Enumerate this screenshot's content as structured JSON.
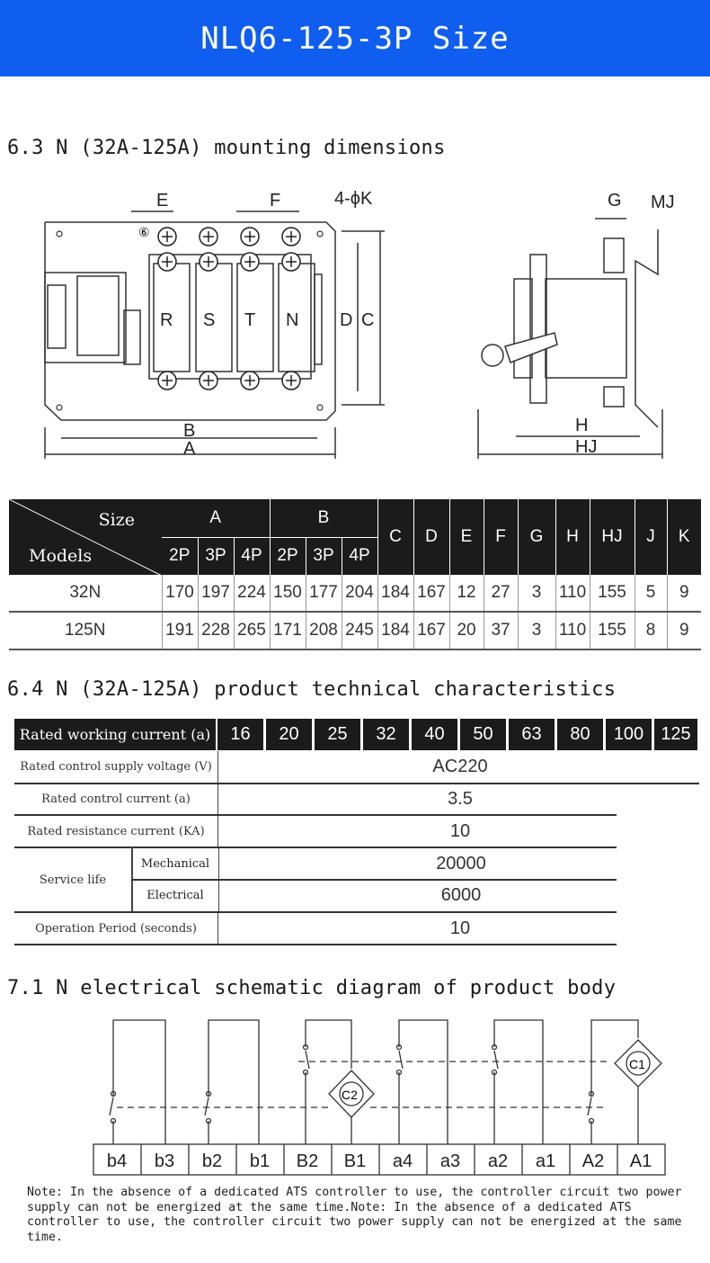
{
  "banner": {
    "title": "NLQ6-125-3P Size"
  },
  "section_mounting": {
    "heading": "6.3 N (32A-125A) mounting dimensions",
    "diagram_labels": {
      "E": "E",
      "F": "F",
      "K": "4-ϕK",
      "six": "⑥",
      "R": "R",
      "S": "S",
      "T": "T",
      "N": "N",
      "D": "D",
      "C": "C",
      "B": "B",
      "A": "A",
      "G": "G",
      "MJ": "MJ",
      "H": "H",
      "HJ": "HJ"
    }
  },
  "dimension_table": {
    "corner_size": "Size",
    "corner_models": "Models",
    "group_headers": [
      "A",
      "B"
    ],
    "single_headers": [
      "C",
      "D",
      "E",
      "F",
      "G",
      "H",
      "HJ",
      "J",
      "K"
    ],
    "sub_headers": [
      "2P",
      "3P",
      "4P",
      "2P",
      "3P",
      "4P"
    ],
    "rows": [
      {
        "model": "32N",
        "values": [
          "170",
          "197",
          "224",
          "150",
          "177",
          "204",
          "184",
          "167",
          "12",
          "27",
          "3",
          "110",
          "155",
          "5",
          "9"
        ]
      },
      {
        "model": "125N",
        "values": [
          "191",
          "228",
          "265",
          "171",
          "208",
          "245",
          "184",
          "167",
          "20",
          "37",
          "3",
          "110",
          "155",
          "8",
          "9"
        ]
      }
    ]
  },
  "section_tech": {
    "heading": "6.4 N (32A-125A) product technical characteristics",
    "header_label": "Rated working current (a)",
    "currents": [
      "16",
      "20",
      "25",
      "32",
      "40",
      "50",
      "63",
      "80",
      "100",
      "125"
    ],
    "rows": {
      "control_voltage": {
        "label": "Rated control supply voltage (V)",
        "value": "AC220"
      },
      "control_current": {
        "label": "Rated control current (a)",
        "value": "3.5"
      },
      "resistance_current": {
        "label": "Rated resistance current (KA)",
        "value": "10"
      },
      "service_life": {
        "label": "Service life",
        "mechanical_label": "Mechanical",
        "mechanical_value": "20000",
        "electrical_label": "Electrical",
        "electrical_value": "6000"
      },
      "operation_period": {
        "label": "Operation Period (seconds)",
        "value": "10"
      }
    }
  },
  "section_schematic": {
    "heading": "7.1 N electrical schematic diagram of product body",
    "terminals": [
      "b4",
      "b3",
      "b2",
      "b1",
      "B2",
      "B1",
      "a4",
      "a3",
      "a2",
      "a1",
      "A2",
      "A1"
    ],
    "coil_c1": "C1",
    "coil_c2": "C2"
  },
  "note": "Note: In the absence of a dedicated ATS controller to use, the controller circuit two power supply can not be energized at the same time.Note: In the absence of a dedicated ATS controller to use, the controller circuit two power supply can not be energized at the same time."
}
